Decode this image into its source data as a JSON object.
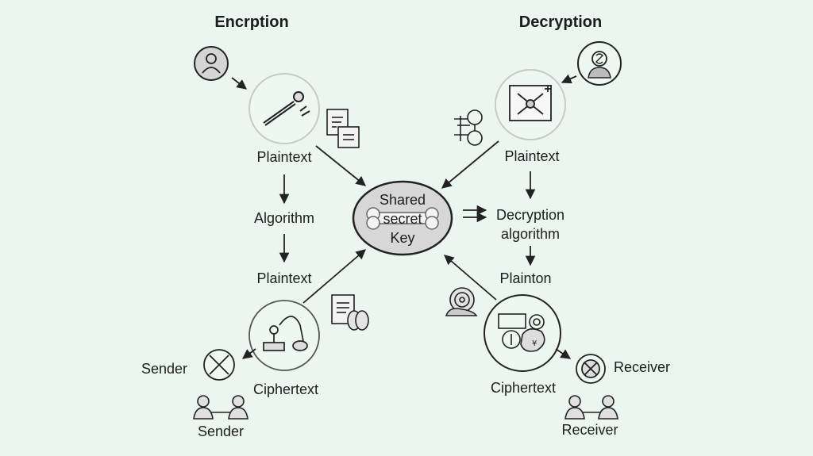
{
  "titles": {
    "left": "Encrption",
    "right": "Decryption"
  },
  "center": {
    "line1": "Shared",
    "line2": "secret",
    "line3": "Key"
  },
  "encryption": {
    "plaintext_top": "Plaintext",
    "algorithm": "Algorithm",
    "plaintext_bottom": "Plaintext",
    "ciphertext": "Ciphertext",
    "sender_side": "Sender",
    "sender_bottom": "Sender"
  },
  "decryption": {
    "plaintext_top": "Plaintext",
    "algorithm_line1": "Decryption",
    "algorithm_line2": "algorithm",
    "plainton": "Plainton",
    "ciphertext": "Ciphertext",
    "receiver_side": "Receiver",
    "receiver_bottom": "Receiver"
  },
  "icons": {
    "user": "user-icon",
    "dollar_user": "dollar-user-icon",
    "key": "key-icon",
    "documents": "documents-icon",
    "network": "network-node-icon",
    "flow": "flowchart-icon",
    "microscope": "microscope-icon",
    "doc_roll": "document-roll-icon",
    "compass": "compass-icon",
    "target_user": "target-user-icon",
    "gears": "gears-icon",
    "people": "people-icon"
  },
  "colors": {
    "background": "#eaf6ef",
    "stroke": "#222222",
    "circle_fill": "#eef8f2",
    "key_fill": "#d7d7d7"
  }
}
